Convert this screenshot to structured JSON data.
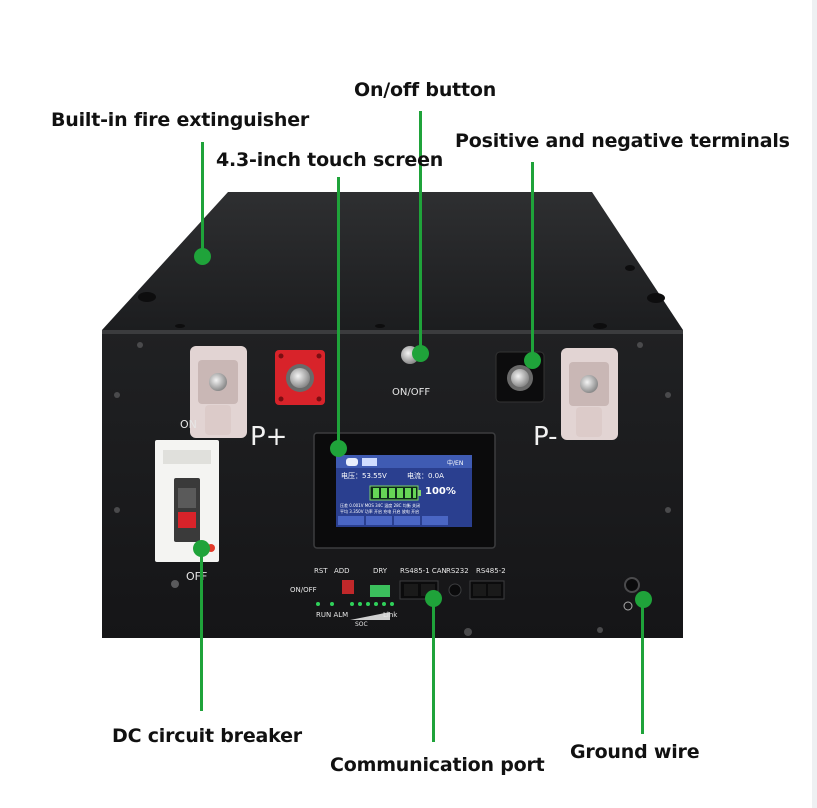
{
  "callouts": {
    "fire_extinguisher": "Built-in fire extinguisher",
    "onoff_button": "On/off button",
    "touch_screen": "4.3-inch touch screen",
    "terminals": "Positive and negative terminals",
    "dc_breaker": "DC circuit breaker",
    "comm_port": "Communication port",
    "ground_wire": "Ground wire"
  },
  "panel": {
    "on": "ON",
    "off": "OFF",
    "onoff_label": "ON/OFF",
    "p_plus": "P+",
    "p_minus": "P-",
    "rst": "RST",
    "add": "ADD",
    "dry": "DRY",
    "rs485_1_can": "RS485-1 CAN",
    "rs232": "RS232",
    "rs485_2": "RS485-2",
    "onoff_small": "ON/OFF",
    "run_alm": "RUN ALM",
    "link": "Link",
    "soc": "SOC"
  },
  "screen": {
    "lang": "中/EN",
    "voltage": "电压：53.55V",
    "current": "电流：0.0A",
    "percent": "100%",
    "row1": "压差 0.001V   MOS 34C   温度 28C   均衡 关闭",
    "row2": "平均 3.350V   功率 开启   充电 开启   放电 开启"
  },
  "colors": {
    "accent_green": "#1fa33a",
    "case_black": "#1a1a1b",
    "screen_blue": "#2a3f8f",
    "red_terminal": "#d8232a"
  }
}
